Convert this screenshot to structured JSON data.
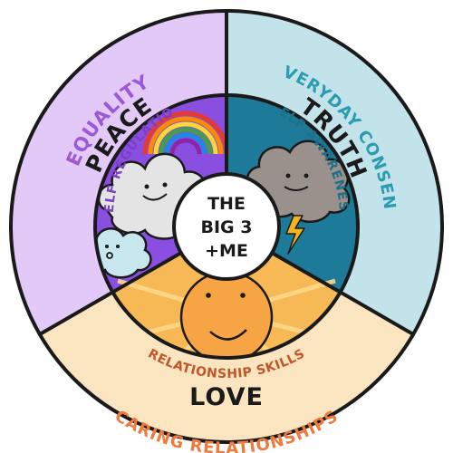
{
  "center": {
    "line1": "THE",
    "line2": "BIG 3",
    "line3": "+ME"
  },
  "peace": {
    "outer_label": "EQUALITY",
    "title": "PEACE",
    "inner_label": "SELF REGULATION"
  },
  "truth": {
    "outer_label": "EVERYDAY CONSENT",
    "title": "TRUTH",
    "inner_label": "SELF AWARENESS"
  },
  "love": {
    "inner_label": "RELATIONSHIP SKILLS",
    "title": "LOVE",
    "outer_label": "CARING RELATIONSHIPS"
  },
  "colors": {
    "peace_outer": "#e3c9f7",
    "truth_outer": "#c3e3ea",
    "love_outer": "#fbe4c0",
    "peace_inner": "#8a4fe0",
    "truth_inner": "#1e7a99",
    "love_inner": "#f7b955",
    "equality_text": "#9b59d6",
    "consent_text": "#2a9bb0",
    "self_reg_text": "#7b3fc4",
    "self_aware_text": "#1f6f88",
    "relationship_text": "#c0562a",
    "caring_text": "#f07a3c"
  },
  "icons": [
    "rainbow-icon",
    "smiling-cloud-icon",
    "small-cloud-icon",
    "storm-cloud-icon",
    "lightning-icon",
    "sun-icon"
  ]
}
